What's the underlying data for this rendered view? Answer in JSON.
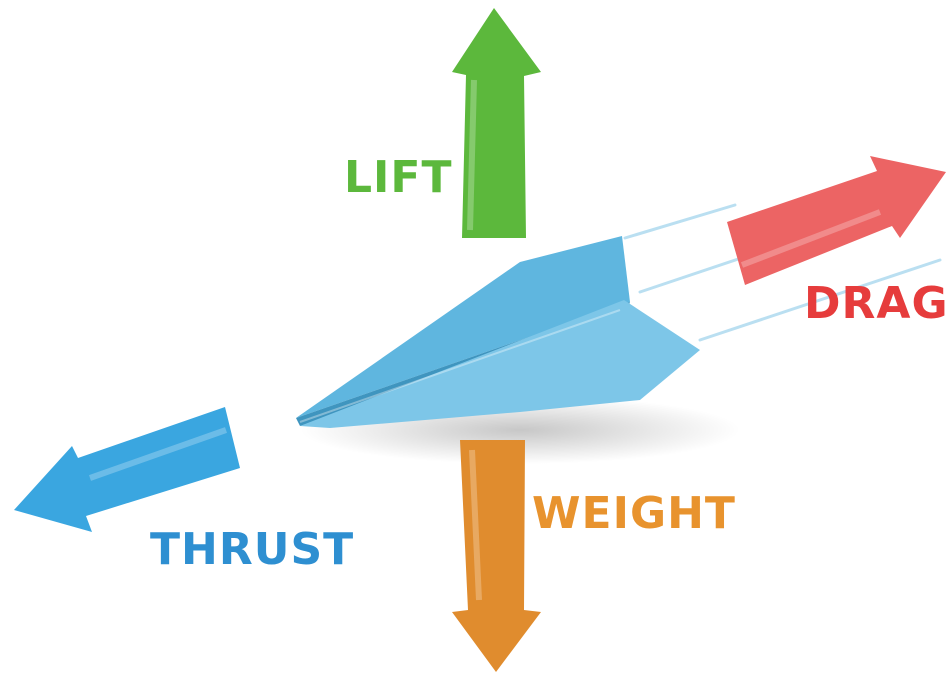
{
  "forces": {
    "lift": {
      "label": "LIFT",
      "color": "#5cb83c"
    },
    "drag": {
      "label": "DRAG",
      "color": "#e63c3c"
    },
    "thrust": {
      "label": "THRUST",
      "color": "#2e8fd1"
    },
    "weight": {
      "label": "WEIGHT",
      "color": "#e8932e"
    }
  },
  "arrow_colors": {
    "lift": "#5cb83c",
    "drag": "#ec6464",
    "thrust": "#3aa6e0",
    "weight": "#e08c2e"
  },
  "plane": {
    "icon": "paper-airplane-icon",
    "colors": {
      "top": "#5fb6df",
      "bottom": "#7dc6e8",
      "dark": "#3f95bf"
    }
  }
}
